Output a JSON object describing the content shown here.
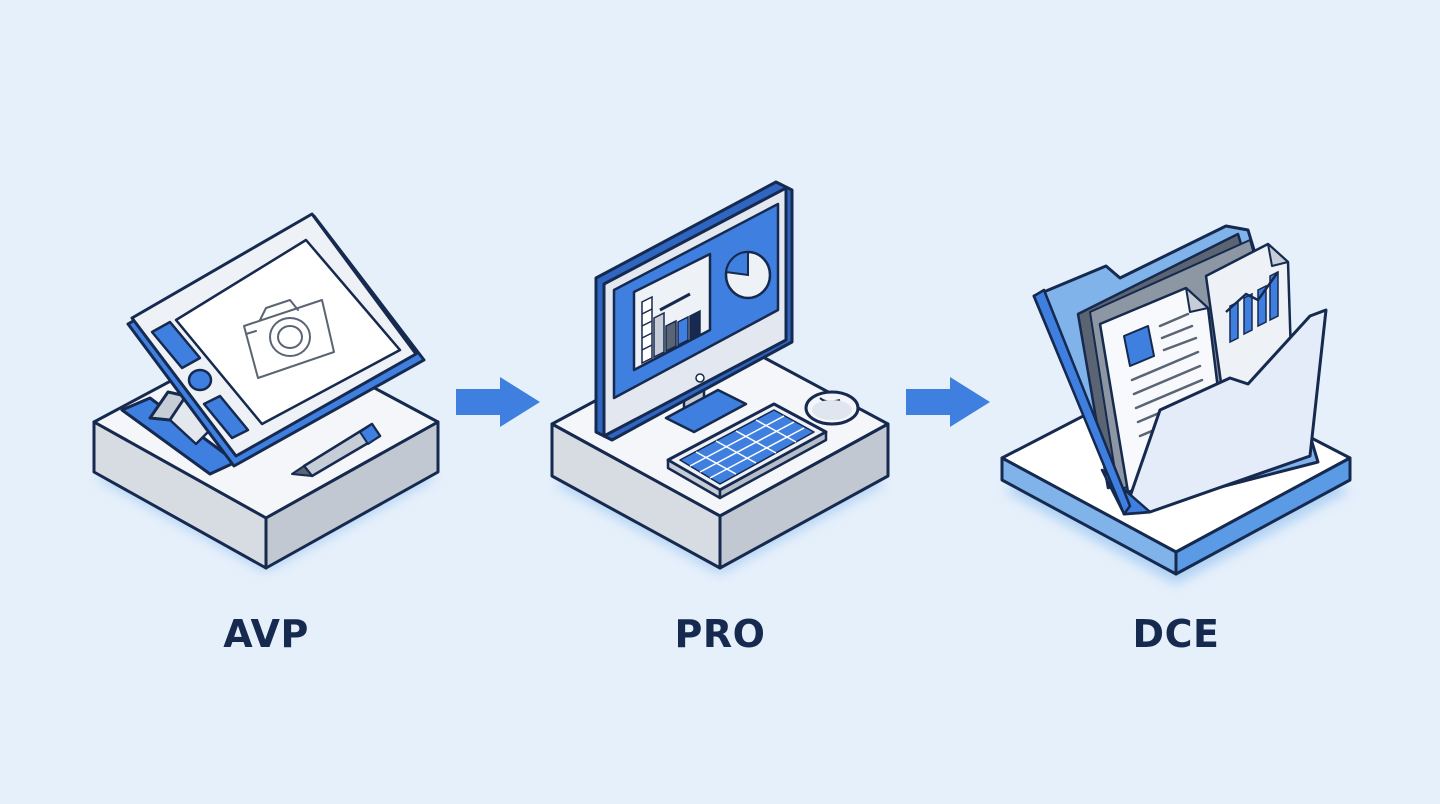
{
  "stages": [
    {
      "label": "AVP",
      "icon": "drawing-tablet-with-camera-icon"
    },
    {
      "label": "PRO",
      "icon": "desktop-computer-with-charts-icon"
    },
    {
      "label": "DCE",
      "icon": "document-folder-icon"
    }
  ],
  "colors": {
    "background": "#e6f0fb",
    "accent": "#3f7fe0",
    "outline": "#16294f",
    "platform_light": "#f4f6fa",
    "platform_shadow": "#9ec8f2"
  }
}
